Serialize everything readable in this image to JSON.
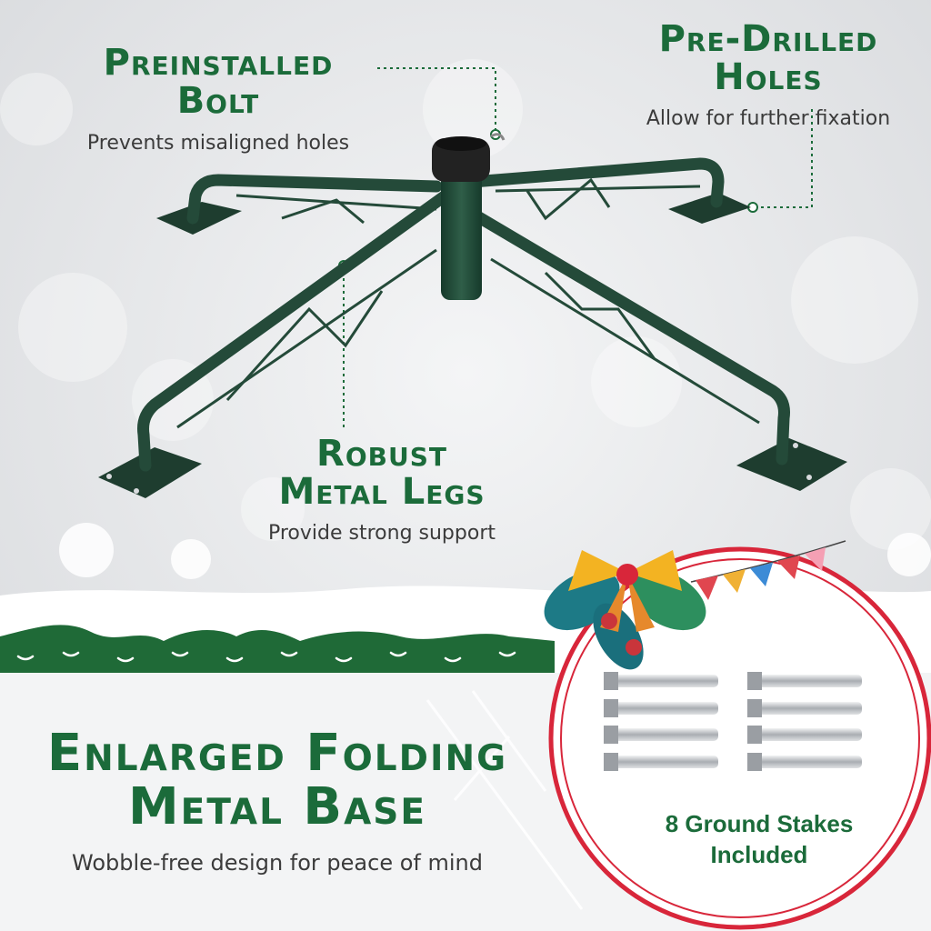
{
  "callouts": {
    "bolt": {
      "title_line1": "Preinstalled",
      "title_line2": "Bolt",
      "subtitle": "Prevents misaligned holes"
    },
    "holes": {
      "title_line1": "Pre-Drilled",
      "title_line2": "Holes",
      "subtitle": "Allow for further fixation"
    },
    "legs": {
      "title_line1": "Robust",
      "title_line2": "Metal Legs",
      "subtitle": "Provide strong support"
    }
  },
  "headline": {
    "line1": "Enlarged Folding",
    "line2": "Metal Base",
    "subtitle": "Wobble-free design for peace of mind"
  },
  "stakes": {
    "label_line1": "8 Ground Stakes",
    "label_line2": "Included",
    "count": 8
  },
  "colors": {
    "brand_green": "#1b6b3a",
    "stand_green": "#1f4a37",
    "ring_red": "#d8263a",
    "text_gray": "#3b3b3b"
  },
  "icons": [
    "tree-stand-image",
    "bow-ornament-icon",
    "bunting-flags-icon",
    "ground-stake-icon"
  ]
}
